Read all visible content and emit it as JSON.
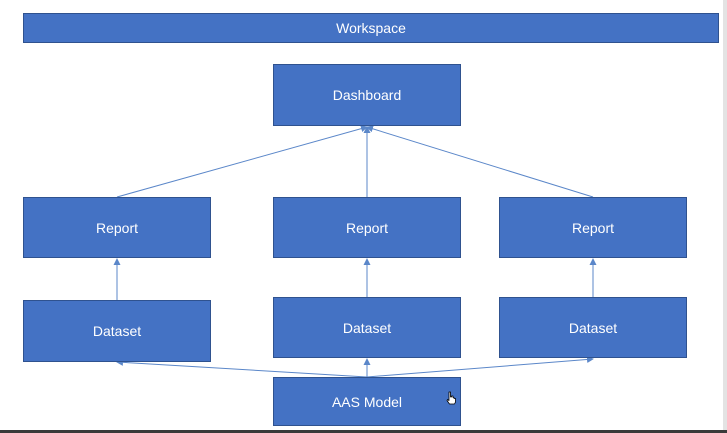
{
  "diagram": {
    "workspace_label": "Workspace",
    "dashboard_label": "Dashboard",
    "reports": [
      {
        "label": "Report"
      },
      {
        "label": "Report"
      },
      {
        "label": "Report"
      }
    ],
    "datasets": [
      {
        "label": "Dataset"
      },
      {
        "label": "Dataset"
      },
      {
        "label": "Dataset"
      }
    ],
    "model_label": "AAS Model"
  },
  "colors": {
    "box_fill": "#4472c4",
    "box_border": "#2f528f",
    "connector": "#5b87c9",
    "text": "#ffffff"
  },
  "icons": {
    "cursor": "hand-pointer-icon"
  }
}
